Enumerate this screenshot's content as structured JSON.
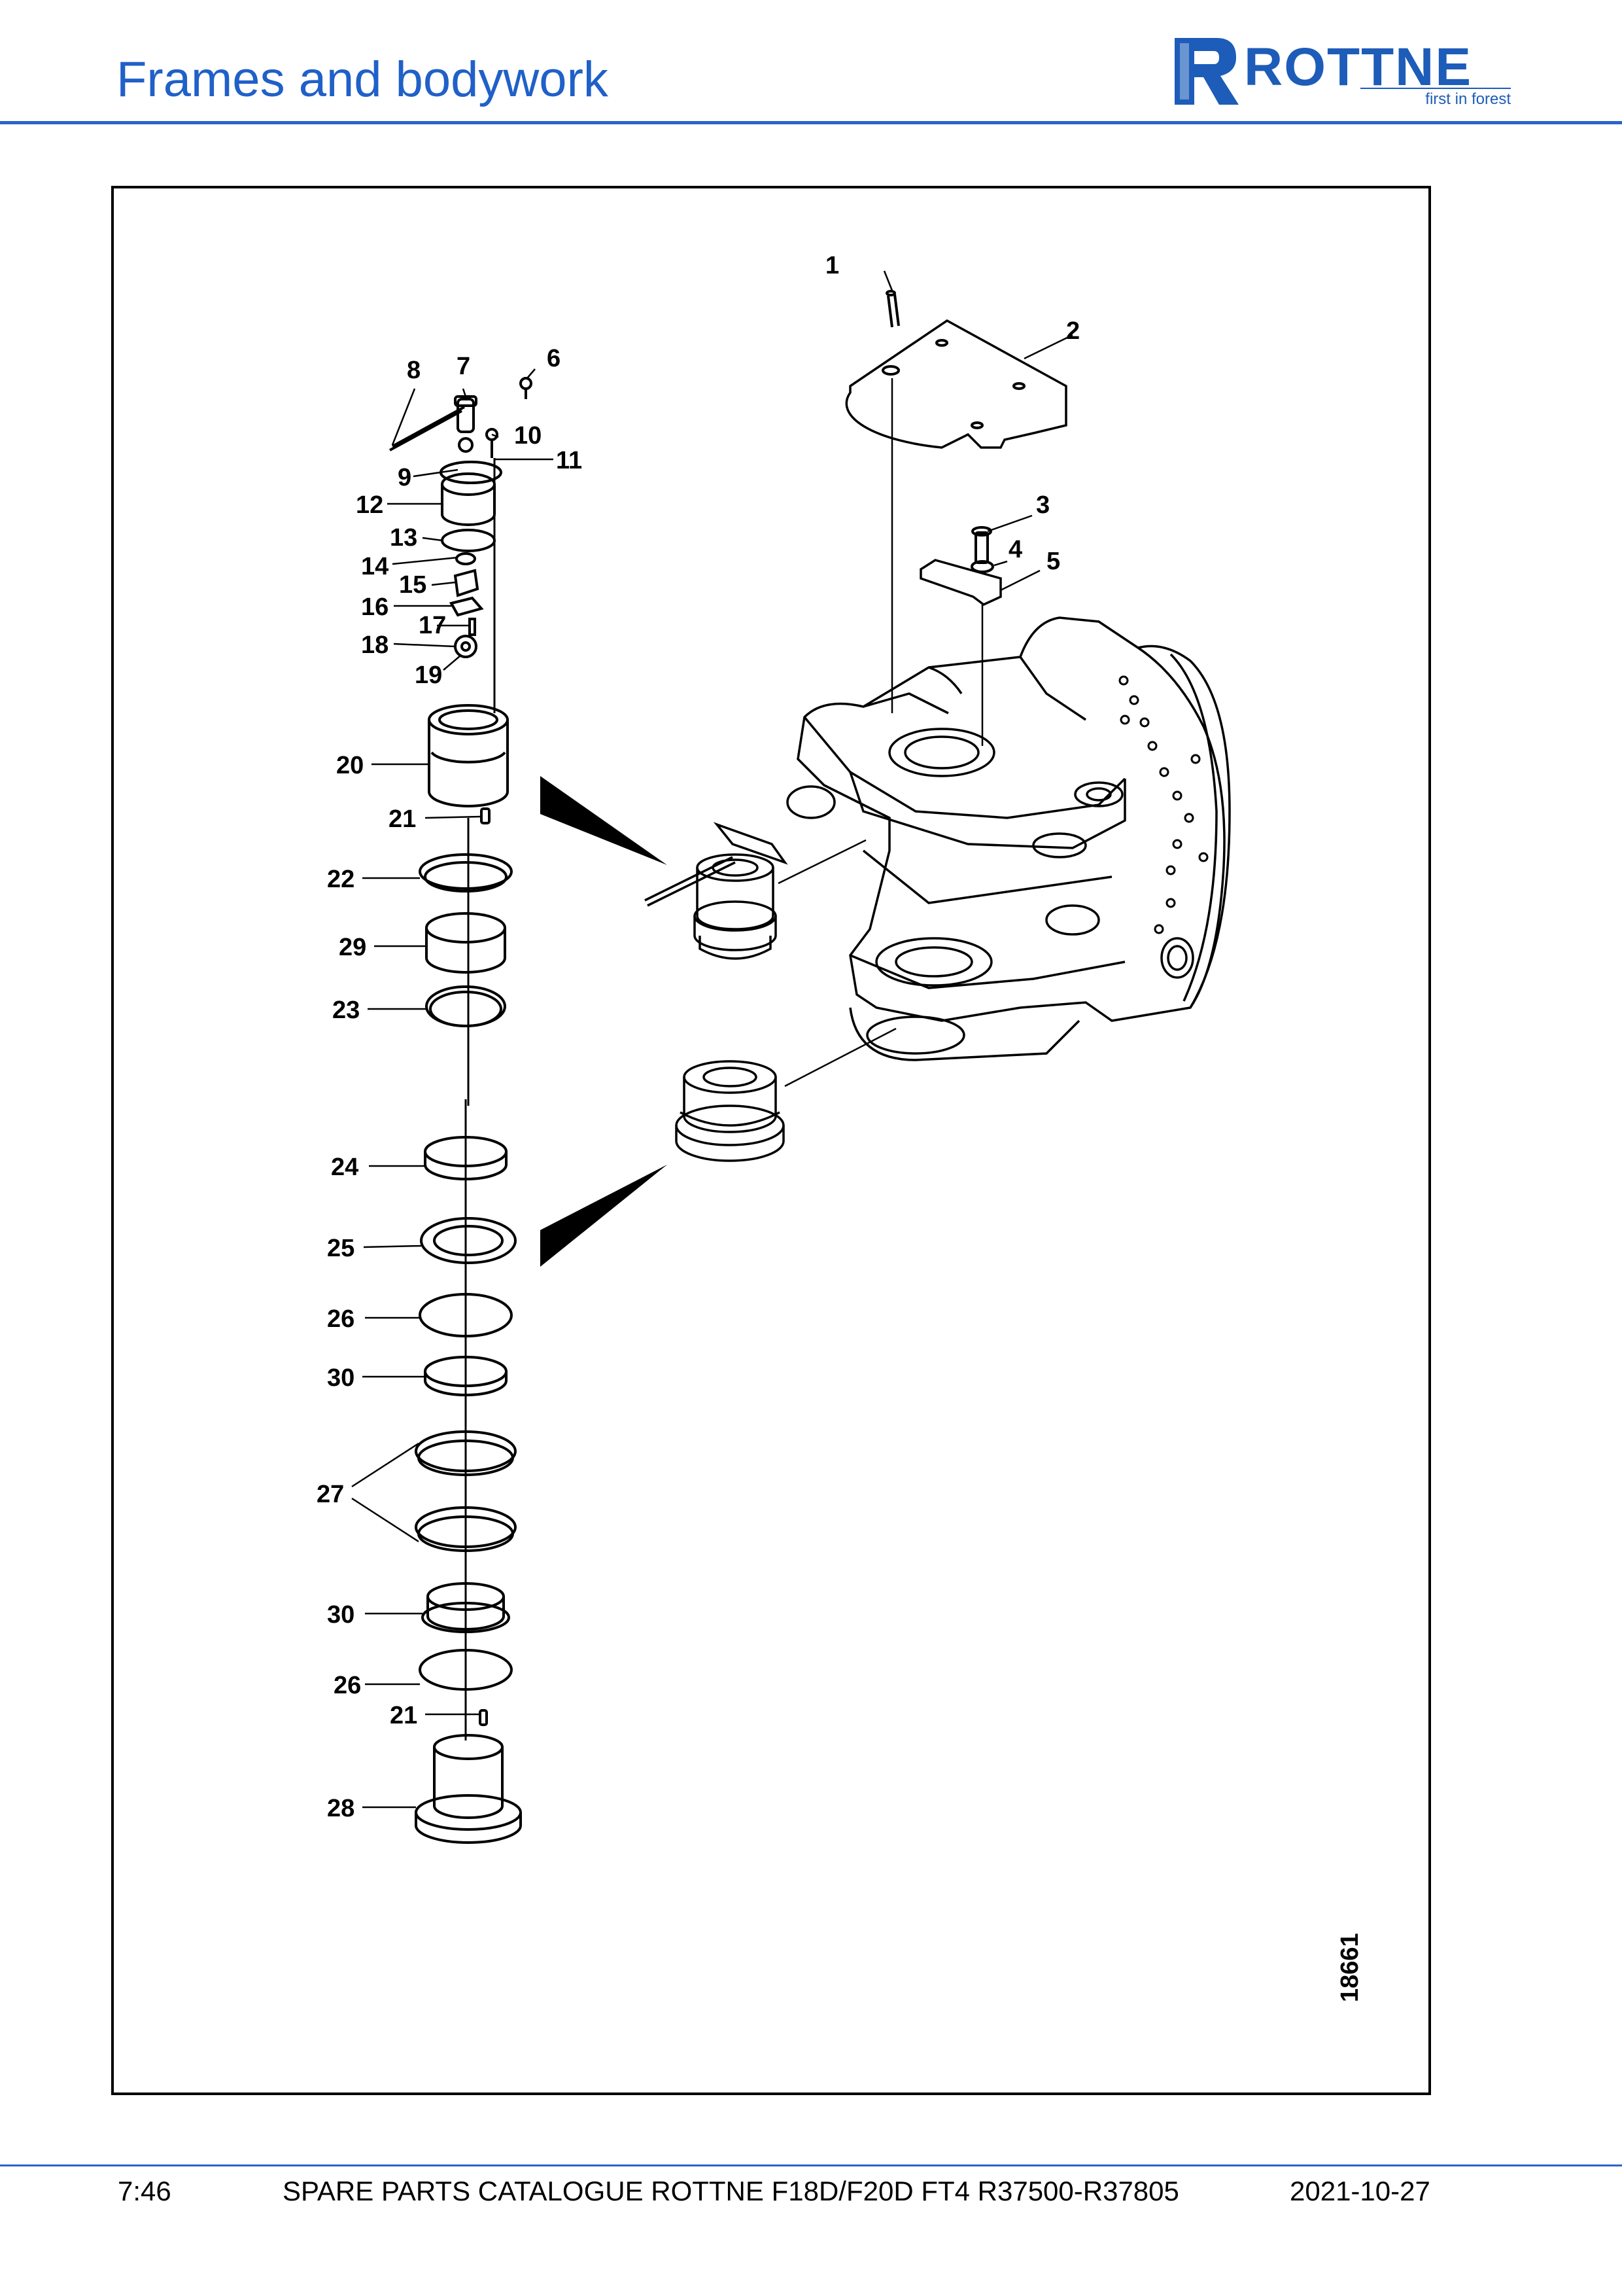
{
  "header": {
    "title": "Frames and bodywork",
    "logo_text": "ROTTNE",
    "logo_tagline": "first in forest",
    "brand_color": "#1d5cb8"
  },
  "drawing": {
    "number": "18661",
    "callouts": [
      "1",
      "2",
      "3",
      "4",
      "5",
      "6",
      "7",
      "8",
      "9",
      "10",
      "11",
      "12",
      "13",
      "14",
      "15",
      "16",
      "17",
      "18",
      "19",
      "20",
      "21",
      "22",
      "29",
      "23",
      "24",
      "25",
      "26",
      "30",
      "27",
      "30",
      "26",
      "21",
      "28"
    ]
  },
  "footer": {
    "page": "7:46",
    "catalogue": "SPARE PARTS CATALOGUE ROTTNE F18D/F20D FT4 R37500-R37805",
    "date": "2021-10-27"
  }
}
